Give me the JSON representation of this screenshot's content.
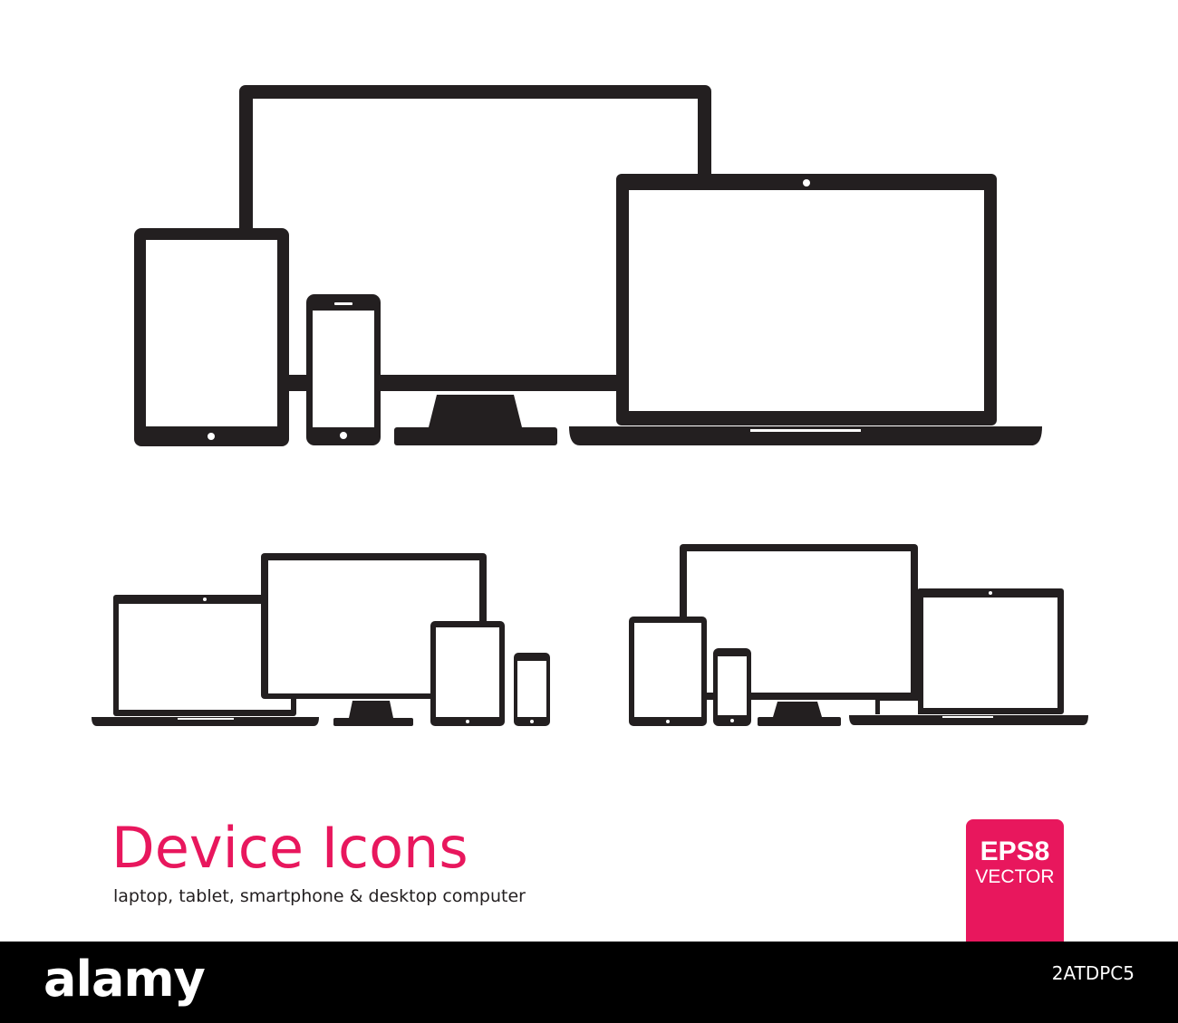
{
  "heading": {
    "title": "Device Icons",
    "subtitle": "laptop, tablet, smartphone & desktop computer"
  },
  "badge": {
    "line1": "EPS8",
    "line2": "VECTOR"
  },
  "footer": {
    "brand": "alamy",
    "stock_id": "2ATDPC5"
  },
  "colors": {
    "accent": "#e8175d",
    "icon": "#231f20",
    "footer_bg": "#000000"
  },
  "icons": [
    "monitor-icon",
    "laptop-icon",
    "tablet-icon",
    "smartphone-icon"
  ]
}
